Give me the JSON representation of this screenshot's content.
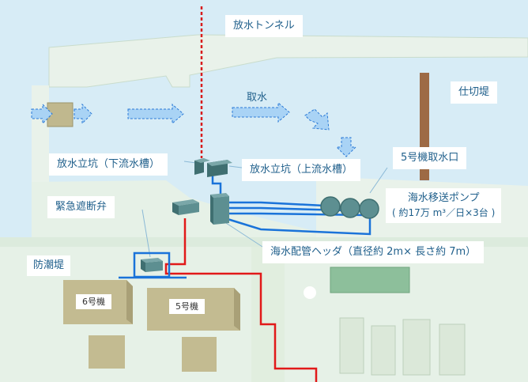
{
  "labels": {
    "tunnel": "放水トンネル",
    "intake": "取水",
    "partition": "仕切堤",
    "shaft_down": "放水立坑（下流水槽）",
    "shaft_up": "放水立坑（上流水槽）",
    "unit5_intake": "5号機取水口",
    "emergency_valve": "緊急遮断弁",
    "pump_line1": "海水移送ポンプ",
    "pump_line2": "( 約17万 m³／日×3台 )",
    "header_pipe": "海水配管ヘッダ（直径約 2m× 長さ約 7m）",
    "seawall": "防潮堤",
    "unit6": "6号機",
    "unit5": "5号機"
  },
  "colors": {
    "sea": "#d7ecf6",
    "land": "#e9f2ea",
    "text": "#1f5f8b",
    "blue_pipe": "#1a73d9",
    "red_pipe": "#e11919",
    "tunnel_line": "#d81b1b",
    "arrow_fill": "#a9d3f5",
    "arrow_stroke": "#2b7ad6",
    "building": "#c3bb91",
    "equipment": "#5d8f91",
    "partition": "#9d6a45"
  }
}
